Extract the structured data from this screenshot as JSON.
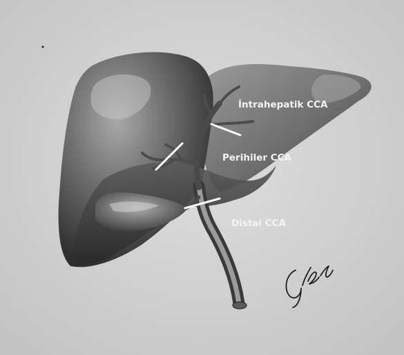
{
  "labels": {
    "intrahepatic": "İntrahepatik CCA",
    "perihilar": "Perihiler CCA",
    "distal": "Distal CCA"
  },
  "signature": "Gökçe",
  "colors": {
    "paper": "#d2d2d2",
    "liver": "#6a6a6a",
    "label_text": "#f4f4f4",
    "marker_line": "#ffffff"
  }
}
